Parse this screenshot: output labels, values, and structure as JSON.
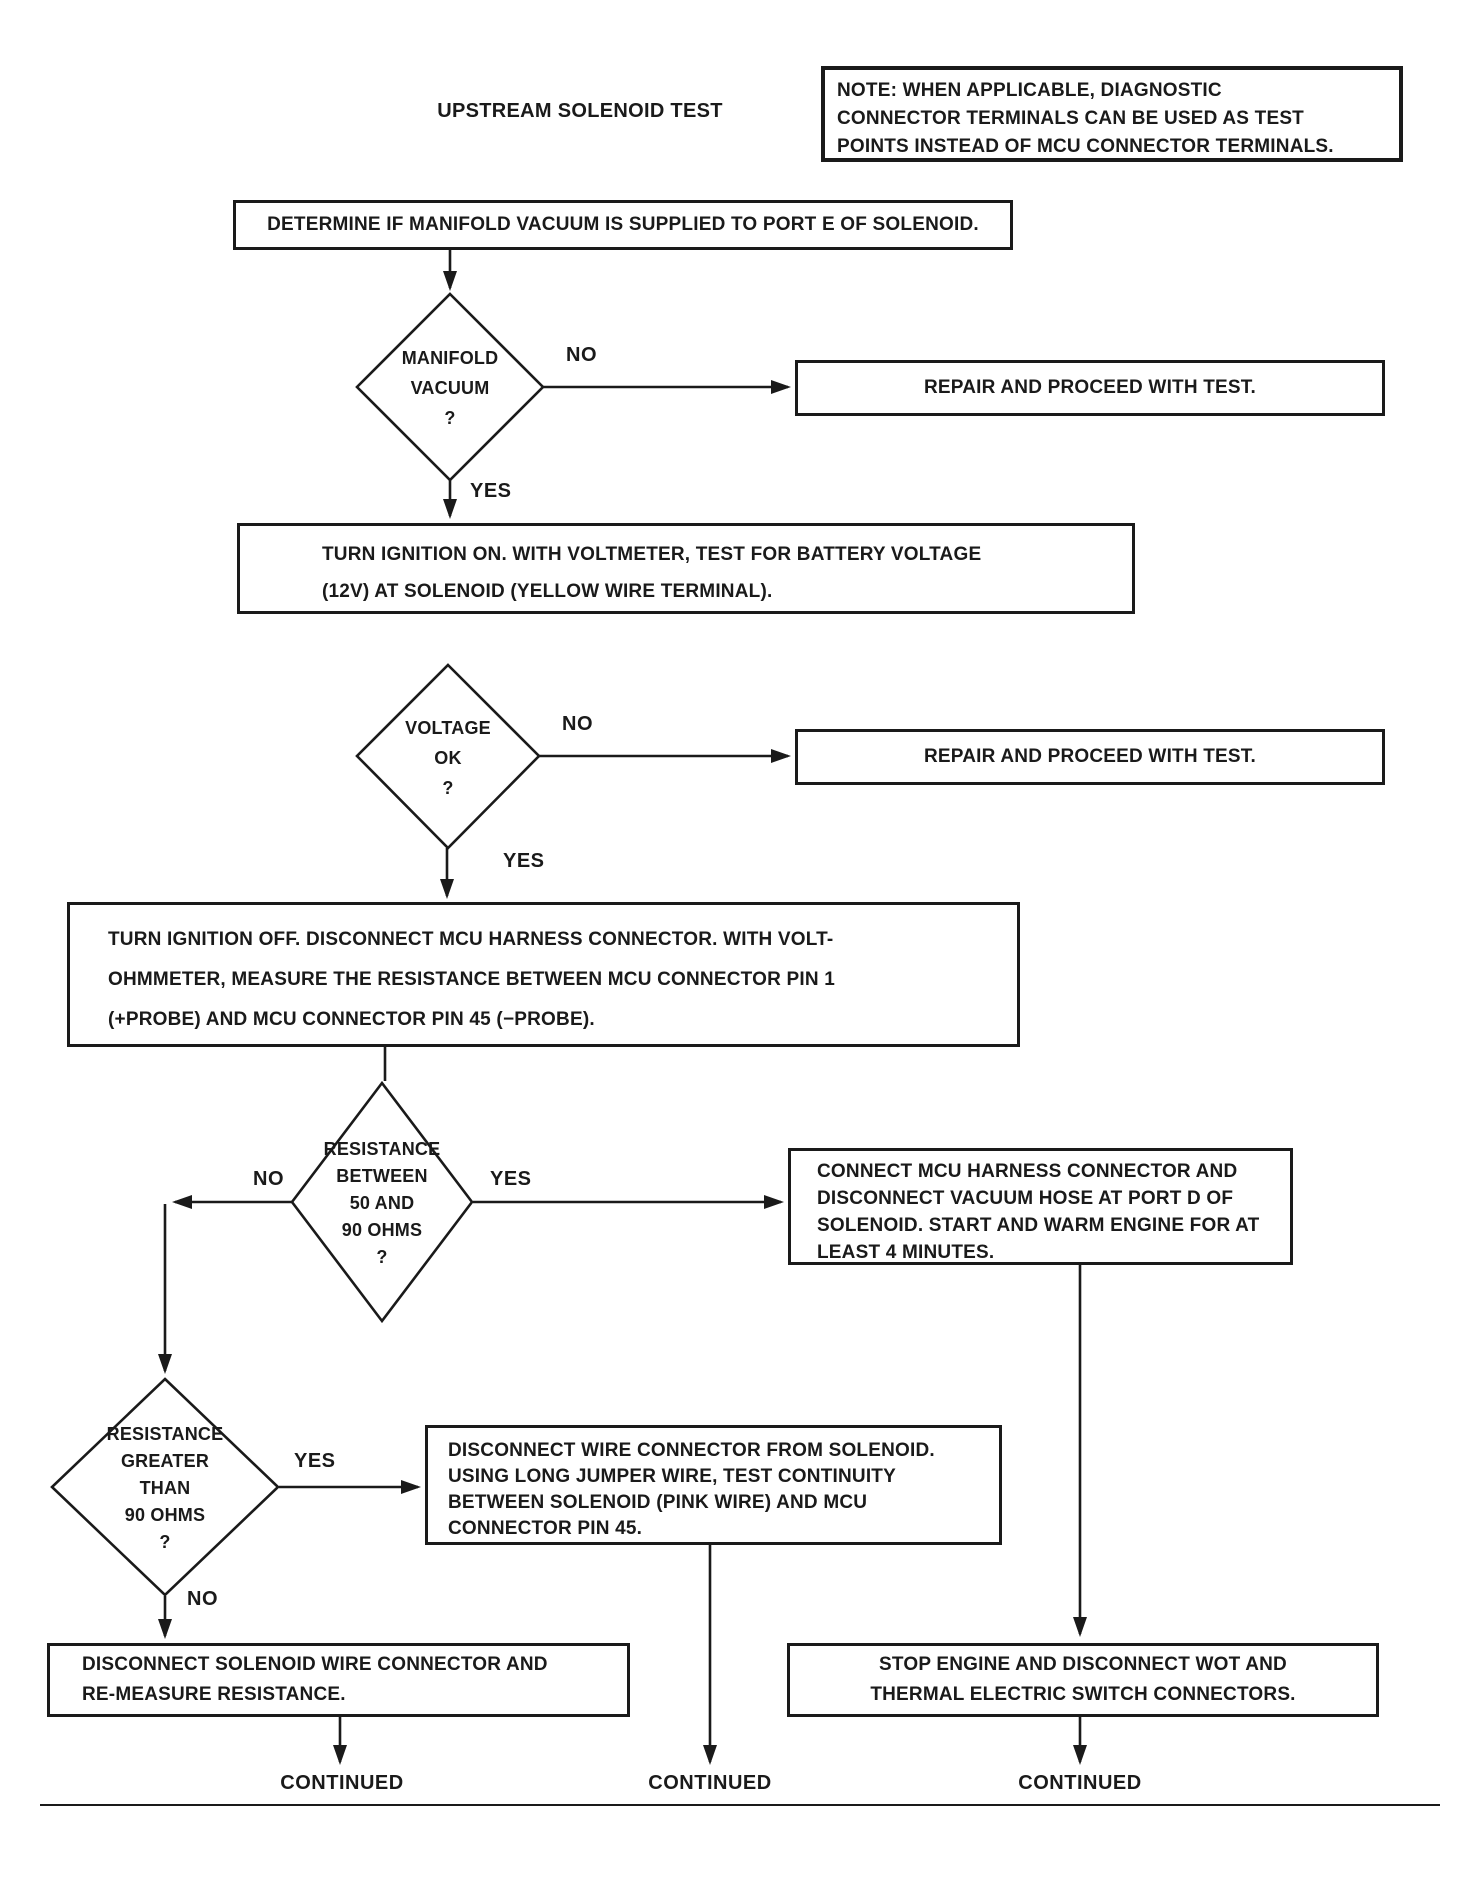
{
  "page": {
    "title": "UPSTREAM SOLENOID TEST"
  },
  "note": {
    "lines": [
      "NOTE: WHEN APPLICABLE, DIAGNOSTIC",
      "CONNECTOR TERMINALS CAN BE USED AS TEST",
      "POINTS INSTEAD OF MCU CONNECTOR TERMINALS."
    ]
  },
  "nodes": {
    "determine_vacuum": {
      "type": "process",
      "lines": [
        "DETERMINE IF MANIFOLD VACUUM IS SUPPLIED TO PORT E OF SOLENOID."
      ]
    },
    "manifold_vacuum_decision": {
      "type": "decision",
      "lines": [
        "MANIFOLD",
        "VACUUM",
        "?"
      ]
    },
    "repair_1": {
      "type": "process",
      "lines": [
        "REPAIR AND PROCEED WITH TEST."
      ]
    },
    "ignition_on": {
      "type": "process",
      "lines": [
        "TURN IGNITION ON. WITH VOLTMETER, TEST FOR BATTERY VOLTAGE",
        "(12V) AT SOLENOID (YELLOW WIRE TERMINAL)."
      ]
    },
    "voltage_ok_decision": {
      "type": "decision",
      "lines": [
        "VOLTAGE",
        "OK",
        "?"
      ]
    },
    "repair_2": {
      "type": "process",
      "lines": [
        "REPAIR AND PROCEED WITH TEST."
      ]
    },
    "ignition_off_measure": {
      "type": "process",
      "lines": [
        "TURN IGNITION OFF. DISCONNECT MCU HARNESS CONNECTOR. WITH VOLT-",
        "OHMMETER, MEASURE THE RESISTANCE BETWEEN MCU CONNECTOR PIN 1",
        "(+PROBE) AND MCU CONNECTOR PIN 45 (−PROBE)."
      ]
    },
    "resistance_50_90_decision": {
      "type": "decision",
      "lines": [
        "RESISTANCE",
        "BETWEEN",
        "50 AND",
        "90 OHMS",
        "?"
      ]
    },
    "connect_harness": {
      "type": "process",
      "lines": [
        "CONNECT MCU HARNESS CONNECTOR AND",
        "DISCONNECT VACUUM HOSE AT PORT D OF",
        "SOLENOID. START AND WARM ENGINE FOR AT",
        "LEAST 4 MINUTES."
      ]
    },
    "resistance_gt_90_decision": {
      "type": "decision",
      "lines": [
        "RESISTANCE",
        "GREATER",
        "THAN",
        "90 OHMS",
        "?"
      ]
    },
    "jumper_continuity": {
      "type": "process",
      "lines": [
        "DISCONNECT WIRE CONNECTOR FROM SOLENOID.",
        "USING LONG JUMPER WIRE, TEST CONTINUITY",
        "BETWEEN SOLENOID (PINK WIRE) AND MCU",
        "CONNECTOR PIN 45."
      ]
    },
    "remeasure_resistance": {
      "type": "process",
      "lines": [
        "DISCONNECT SOLENOID WIRE CONNECTOR AND",
        "RE-MEASURE RESISTANCE."
      ]
    },
    "stop_engine": {
      "type": "process",
      "lines": [
        "STOP ENGINE AND DISCONNECT WOT AND",
        "THERMAL ELECTRIC SWITCH CONNECTORS."
      ]
    }
  },
  "edge_labels": {
    "yes": "YES",
    "no": "NO"
  },
  "footer": {
    "continued": "CONTINUED"
  },
  "edges": [
    {
      "from": "determine_vacuum",
      "to": "manifold_vacuum_decision",
      "label": ""
    },
    {
      "from": "manifold_vacuum_decision",
      "to": "repair_1",
      "label": "NO"
    },
    {
      "from": "manifold_vacuum_decision",
      "to": "ignition_on",
      "label": "YES"
    },
    {
      "from": "ignition_on",
      "to": "voltage_ok_decision",
      "label": ""
    },
    {
      "from": "voltage_ok_decision",
      "to": "repair_2",
      "label": "NO"
    },
    {
      "from": "voltage_ok_decision",
      "to": "ignition_off_measure",
      "label": "YES"
    },
    {
      "from": "ignition_off_measure",
      "to": "resistance_50_90_decision",
      "label": ""
    },
    {
      "from": "resistance_50_90_decision",
      "to": "connect_harness",
      "label": "YES"
    },
    {
      "from": "resistance_50_90_decision",
      "to": "resistance_gt_90_decision",
      "label": "NO"
    },
    {
      "from": "resistance_gt_90_decision",
      "to": "jumper_continuity",
      "label": "YES"
    },
    {
      "from": "resistance_gt_90_decision",
      "to": "remeasure_resistance",
      "label": "NO"
    },
    {
      "from": "connect_harness",
      "to": "stop_engine",
      "label": ""
    },
    {
      "from": "remeasure_resistance",
      "to": "continued",
      "label": ""
    },
    {
      "from": "jumper_continuity",
      "to": "continued",
      "label": ""
    },
    {
      "from": "stop_engine",
      "to": "continued",
      "label": ""
    }
  ],
  "colors": {
    "ink": "#1a1a1a",
    "paper": "#ffffff"
  }
}
